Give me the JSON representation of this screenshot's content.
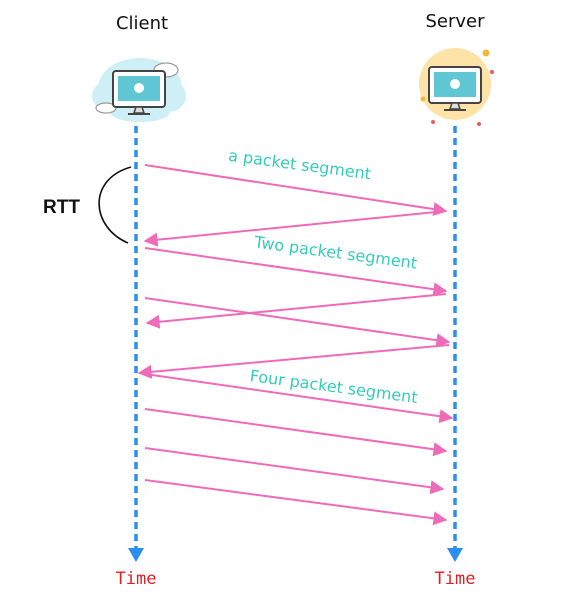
{
  "nodes": {
    "client": {
      "label": "Client",
      "icon": "desktop-computer-icon"
    },
    "server": {
      "label": "Server",
      "icon": "desktop-computer-icon"
    }
  },
  "rtt_label": "RTT",
  "segments": [
    "a packet segment",
    "Two packet segment",
    "Four packet segment"
  ],
  "time_labels": {
    "client": "Time",
    "server": "Time"
  },
  "colors": {
    "timeline": "#2b8ff0",
    "arrow": "#f06aba",
    "segment_text": "#33ccbb",
    "time_text": "#e02020",
    "client_cloud": "#cdeff5",
    "server_sun": "#fde3a7",
    "monitor": "#5fc6d4"
  }
}
